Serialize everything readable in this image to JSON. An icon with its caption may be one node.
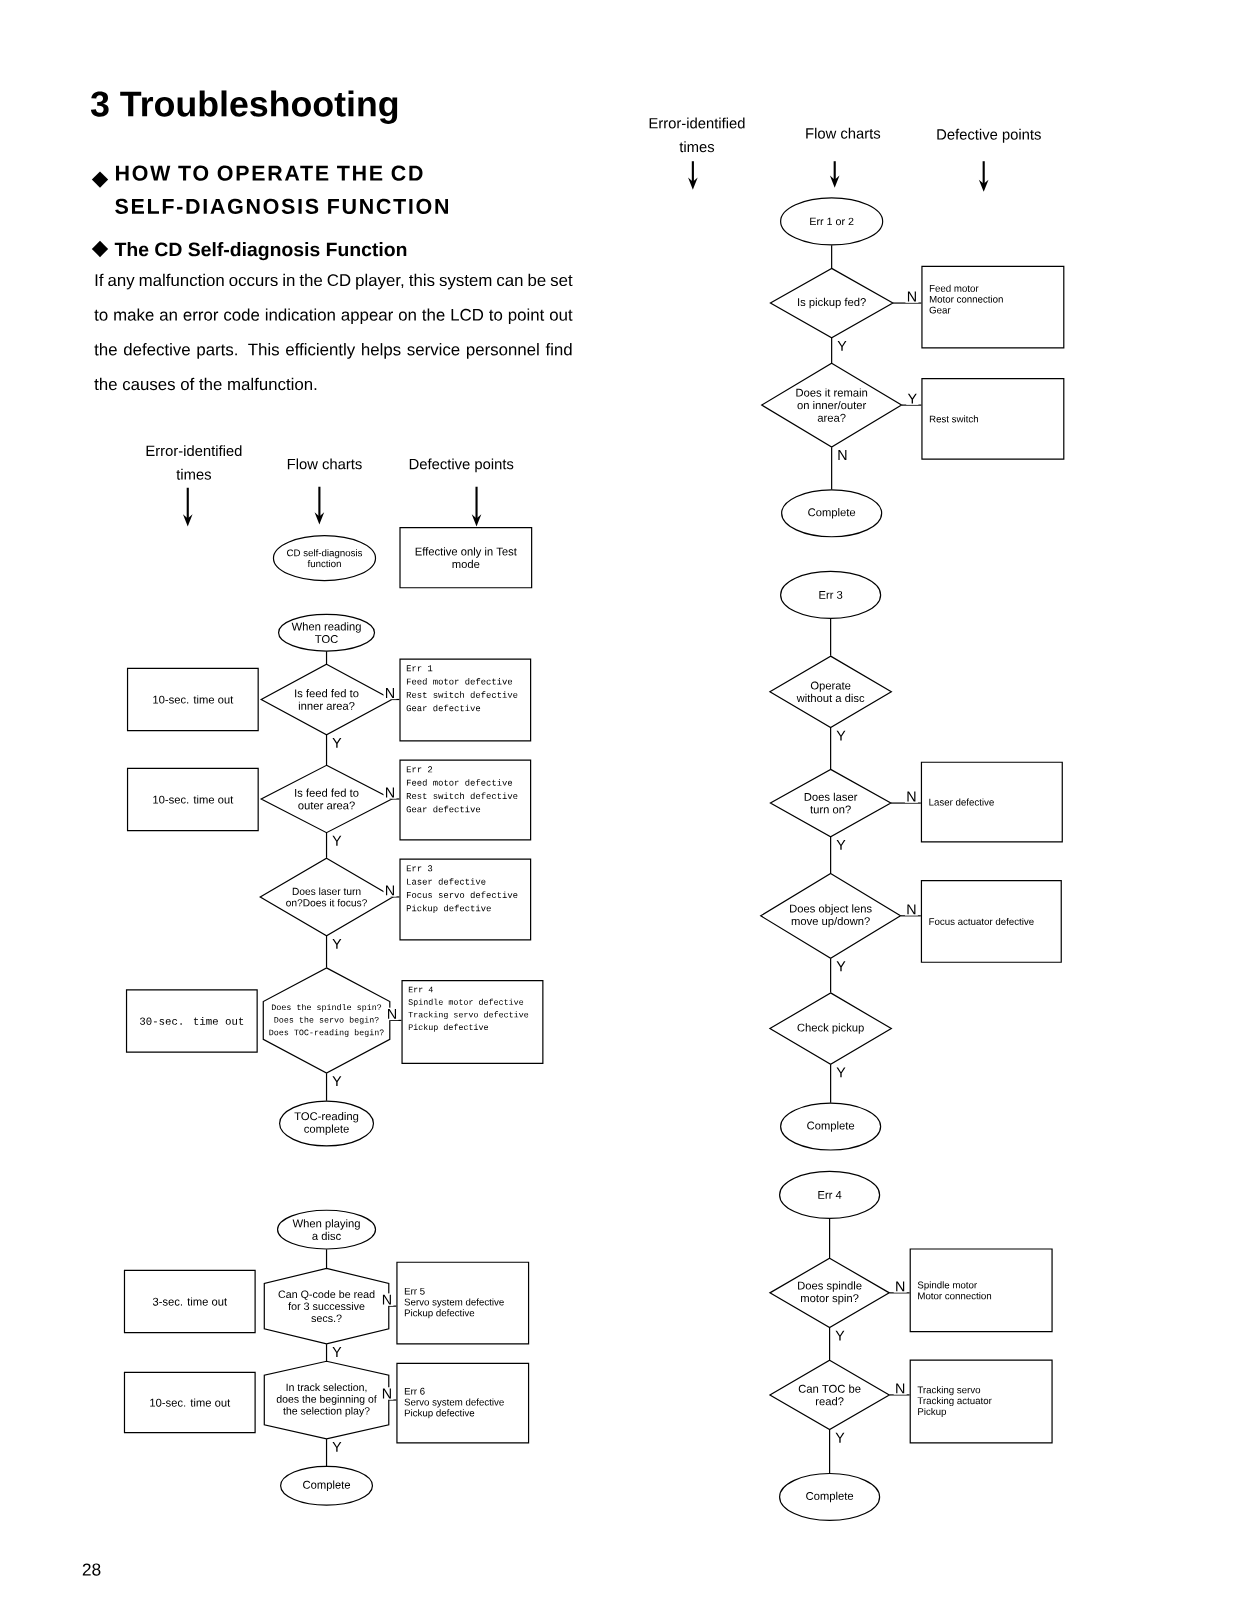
{
  "diagram": {
    "title": "3 Troubleshooting",
    "nodes": [
      {
        "text": [
          "CD self-diagnosis function"
        ]
      },
      {
        "text": [
          "Effective only in Test mode"
        ]
      },
      {
        "text": [
          "When reading TOC"
        ]
      },
      {
        "text": [
          "10-sec. time out"
        ]
      },
      {
        "text": [
          "Is feed fed to inner area?"
        ]
      },
      {
        "text": [
          "Err 1",
          "Feed motor defective",
          "Rest switch defective",
          "Gear defective"
        ]
      },
      {
        "text": [
          "10-sec. time out"
        ]
      },
      {
        "text": [
          "Is feed fed to outer area?"
        ]
      },
      {
        "text": [
          "Err 2",
          "Feed motor defective",
          "Rest switch defective",
          "Gear defective"
        ]
      },
      {
        "text": [
          "Does laser turn on?Does it focus?"
        ]
      },
      {
        "text": [
          "Err 3",
          "Laser defective",
          "Focus servo defective",
          "Pickup defective"
        ]
      },
      {
        "text": [
          "30-sec. time out"
        ]
      },
      {
        "text": [
          "Does the spindle spin?",
          "Does the servo begin?",
          "Does TOC-reading begin?"
        ]
      },
      {
        "text": [
          "Err 4",
          "Spindle motor defective",
          "Tracking servo defective",
          "Pickup defective"
        ]
      },
      {
        "text": [
          "TOC-reading complete"
        ]
      },
      {
        "text": [
          "When playing a disc"
        ]
      },
      {
        "text": [
          "3-sec. time out"
        ]
      },
      {
        "text": [
          "Can Q-code be read for 3 successive secs.?"
        ]
      },
      {
        "text": [
          "Err 5",
          "Servo system defective",
          "Pickup defective"
        ]
      },
      {
        "text": [
          "10-sec. time out"
        ]
      },
      {
        "text": [
          "In track selection, does the beginning of the selection play?"
        ]
      },
      {
        "text": [
          "Err 6",
          "Servo system defective",
          "Pickup defective"
        ]
      },
      {
        "text": [
          "Complete"
        ]
      },
      {
        "text": [
          "Err 1 or 2"
        ]
      },
      {
        "text": [
          "Is pickup fed?"
        ]
      },
      {
        "text": [
          "Feed motor",
          "Motor connection",
          "Gear"
        ]
      },
      {
        "text": [
          "Does it remain on inner/outer area?"
        ]
      },
      {
        "text": [
          "Rest switch"
        ]
      },
      {
        "text": [
          "Complete"
        ]
      },
      {
        "text": [
          "Err 3"
        ]
      },
      {
        "text": [
          "Operate without a disc"
        ]
      },
      {
        "text": [
          "Does laser turn on?"
        ]
      },
      {
        "text": [
          "Laser defective"
        ]
      },
      {
        "text": [
          "Does object lens move up/down?"
        ]
      },
      {
        "text": [
          "Focus actuator defective"
        ]
      },
      {
        "text": [
          "Check pickup"
        ]
      },
      {
        "text": [
          "Complete"
        ]
      },
      {
        "text": [
          "Err 4"
        ]
      },
      {
        "text": [
          "Does spindle motor spin?"
        ]
      },
      {
        "text": [
          "Spindle motor",
          "Motor connection"
        ]
      },
      {
        "text": [
          "Can TOC be read?"
        ]
      },
      {
        "text": [
          "Tracking servo",
          "Tracking actuator",
          "Pickup"
        ]
      },
      {
        "text": [
          "Complete"
        ]
      }
    ],
    "edges": [
      {
        "from": 2,
        "to": 4,
        "arrow": "none"
      },
      {
        "from": 4,
        "to": 5,
        "arrow": "none",
        "label": "N"
      },
      {
        "from": 4,
        "to": 7,
        "arrow": "none",
        "label": "Y"
      },
      {
        "from": 7,
        "to": 8,
        "arrow": "none",
        "label": "N"
      },
      {
        "from": 7,
        "to": 9,
        "arrow": "none",
        "label": "Y"
      },
      {
        "from": 9,
        "to": 10,
        "arrow": "none",
        "label": "N"
      },
      {
        "from": 9,
        "to": 12,
        "arrow": "none",
        "label": "Y"
      },
      {
        "from": 12,
        "to": 13,
        "arrow": "none",
        "label": "N"
      },
      {
        "from": 12,
        "to": 14,
        "arrow": "none",
        "label": "Y"
      },
      {
        "from": 15,
        "to": 17,
        "arrow": "none"
      },
      {
        "from": 17,
        "to": 18,
        "arrow": "none",
        "label": "N"
      },
      {
        "from": 17,
        "to": 20,
        "arrow": "none",
        "label": "Y"
      },
      {
        "from": 20,
        "to": 21,
        "arrow": "none",
        "label": "N"
      },
      {
        "from": 20,
        "to": 22,
        "arrow": "none",
        "label": "Y"
      },
      {
        "from": 23,
        "to": 24,
        "arrow": "none"
      },
      {
        "from": 24,
        "to": 25,
        "arrow": "none",
        "label": "N"
      },
      {
        "from": 24,
        "to": 26,
        "arrow": "none",
        "label": "Y"
      },
      {
        "from": 26,
        "to": 27,
        "arrow": "none",
        "label": "Y"
      },
      {
        "from": 26,
        "to": 28,
        "arrow": "none",
        "label": "N"
      },
      {
        "from": 29,
        "to": 30,
        "arrow": "none"
      },
      {
        "from": 30,
        "to": 31,
        "arrow": "none",
        "label": "Y"
      },
      {
        "from": 31,
        "to": 32,
        "arrow": "none",
        "label": "N"
      },
      {
        "from": 31,
        "to": 33,
        "arrow": "none",
        "label": "Y"
      },
      {
        "from": 33,
        "to": 34,
        "arrow": "none",
        "label": "N"
      },
      {
        "from": 33,
        "to": 35,
        "arrow": "none",
        "label": "Y"
      },
      {
        "from": 35,
        "to": 36,
        "arrow": "none",
        "label": "Y"
      },
      {
        "from": 37,
        "to": 38,
        "arrow": "none"
      },
      {
        "from": 38,
        "to": 39,
        "arrow": "none",
        "label": "N"
      },
      {
        "from": 38,
        "to": 40,
        "arrow": "none",
        "label": "Y"
      },
      {
        "from": 40,
        "to": 41,
        "arrow": "none",
        "label": "N"
      },
      {
        "from": 40,
        "to": 42,
        "arrow": "none",
        "label": "Y"
      }
    ],
    "labels": [
      "HOW TO OPERATE THE CD SELF-DIAGNOSIS FUNCTION",
      "The CD Self-diagnosis Function",
      "If any malfunction occurs in the CD player, this system can be set to make an error code indication appear on the LCD to point out the defective parts. This efficiently helps service personnel find the causes of the malfunction.",
      "Error-identified times",
      "Flow charts",
      "Defective points",
      "Error-identified times",
      "Flow charts",
      "Defective points",
      "28"
    ]
  }
}
